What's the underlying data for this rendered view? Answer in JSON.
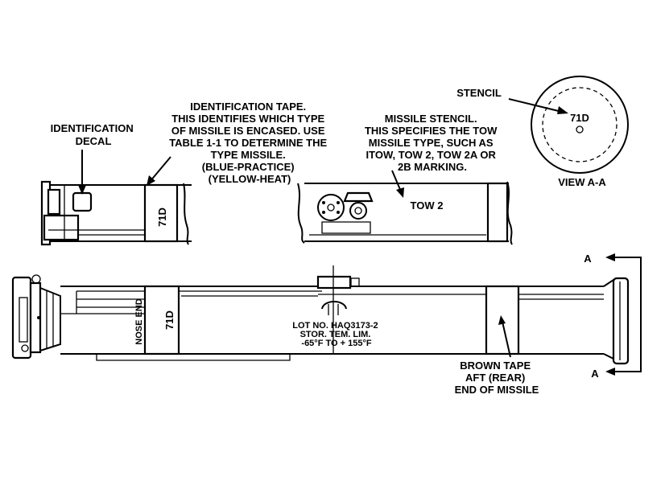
{
  "labels": {
    "identification_decal": [
      "IDENTIFICATION",
      "DECAL"
    ],
    "identification_tape": [
      "IDENTIFICATION TAPE.",
      "THIS IDENTIFIES WHICH TYPE",
      "OF MISSILE IS ENCASED. USE",
      "TABLE 1-1 TO DETERMINE THE",
      "TYPE MISSILE.",
      "(BLUE-PRACTICE)",
      "(YELLOW-HEAT)"
    ],
    "missile_stencil": [
      "MISSILE STENCIL.",
      "THIS SPECIFIES THE TOW",
      "MISSILE TYPE, SUCH AS",
      "ITOW, TOW 2, TOW 2A OR",
      "2B MARKING."
    ],
    "stencil": "STENCIL",
    "view_a_a": "VIEW A-A",
    "section_a_top": "A",
    "section_a_bottom": "A",
    "brown_tape": [
      "BROWN TAPE",
      "AFT (REAR)",
      "END OF MISSILE"
    ],
    "tape_code_detail": "71D",
    "stencil_code": "71D",
    "stencil_type": "TOW 2",
    "tape_code_main": "71D",
    "nose_end": "NOSE END",
    "lot_info": [
      "LOT NO. HAQ3173-2",
      "STOR. TEM. LIM.",
      "-65°F  TO  + 155°F"
    ]
  }
}
